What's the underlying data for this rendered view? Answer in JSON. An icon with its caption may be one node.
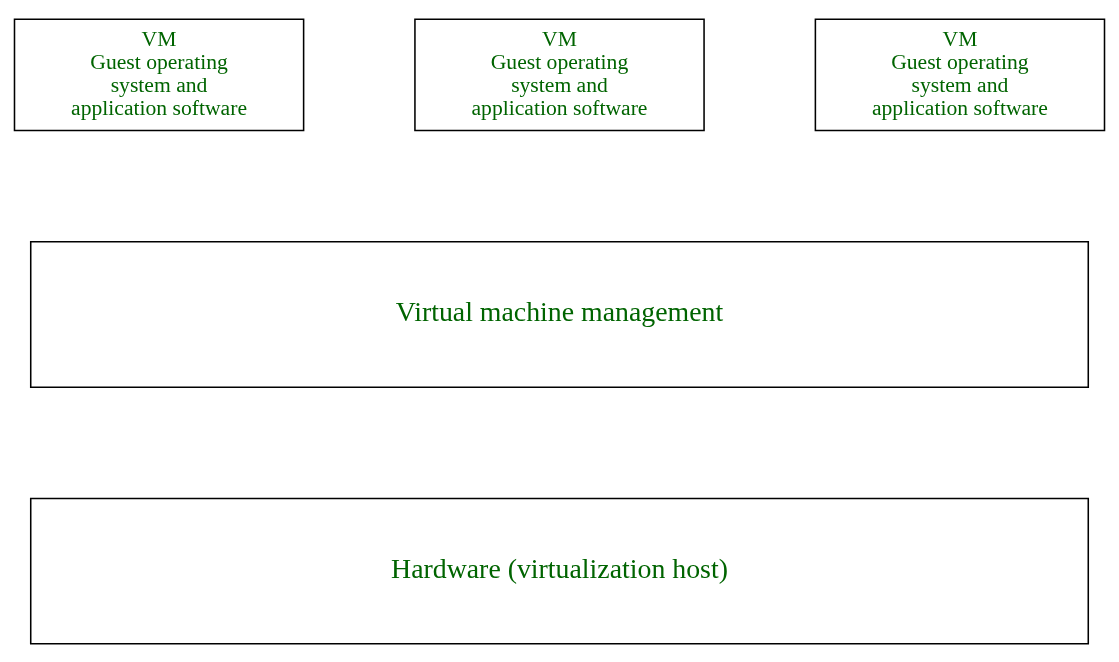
{
  "diagram": {
    "nodes": [
      {
        "text": [
          "VM",
          "Guest operating system and application software"
        ]
      },
      {
        "text": [
          "VM",
          "Guest operating system and application software"
        ]
      },
      {
        "text": [
          "VM",
          "Guest operating system and application software"
        ]
      },
      {
        "text": [
          "Virtual machine management"
        ]
      },
      {
        "text": [
          "Hardware (virtualization host)"
        ]
      }
    ],
    "edges": []
  }
}
